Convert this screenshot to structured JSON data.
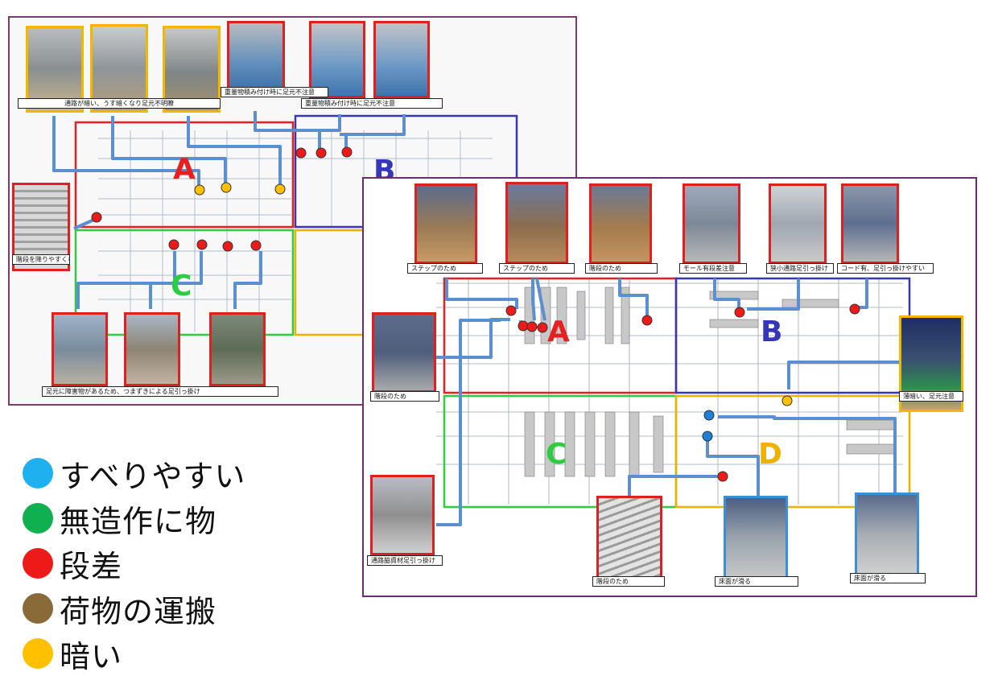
{
  "legend": {
    "items": [
      {
        "label": "すべりやすい",
        "color": "#1eb0ef"
      },
      {
        "label": "無造作に物",
        "color": "#10b050"
      },
      {
        "label": "段差",
        "color": "#ee1a1a"
      },
      {
        "label": "荷物の運搬",
        "color": "#8b6a3a"
      },
      {
        "label": "暗い",
        "color": "#ffc000"
      }
    ]
  },
  "zones": {
    "a_color": "#e62020",
    "b_color": "#3636b8",
    "c_color": "#2ecc40",
    "d_color": "#f0b000"
  },
  "panel1": {
    "zones": {
      "a": "A",
      "b": "B",
      "c": "C"
    },
    "captions": {
      "top_dark": "通路が暗い、うす暗くなり足元不明瞭",
      "top_mid": "重量物積み付け時に足元不注意",
      "top_right": "重量物積み付け時に足元不注意",
      "left": "階段を降りやすくなる",
      "bottom": "足元に障害物があるため、つまずきによる足引っ掛け"
    }
  },
  "panel2": {
    "zones": {
      "a": "A",
      "b": "B",
      "c": "C",
      "d": "D"
    },
    "captions": {
      "step1": "ステップのため",
      "step2": "ステップのため",
      "stairs_top": "階段のため",
      "mall": "モール有段差注意",
      "narrow": "狭小通路足引っ掛け",
      "cord": "コード有、足引っ掛けやすい",
      "left_stairs": "階段のため",
      "dark_right": "薄暗い、足元注意",
      "left_bottom": "通路脇資材足引っ掛け",
      "stairs_bottom": "階段のため",
      "floor1": "床面が滑る",
      "floor2": "床面が滑る"
    }
  }
}
